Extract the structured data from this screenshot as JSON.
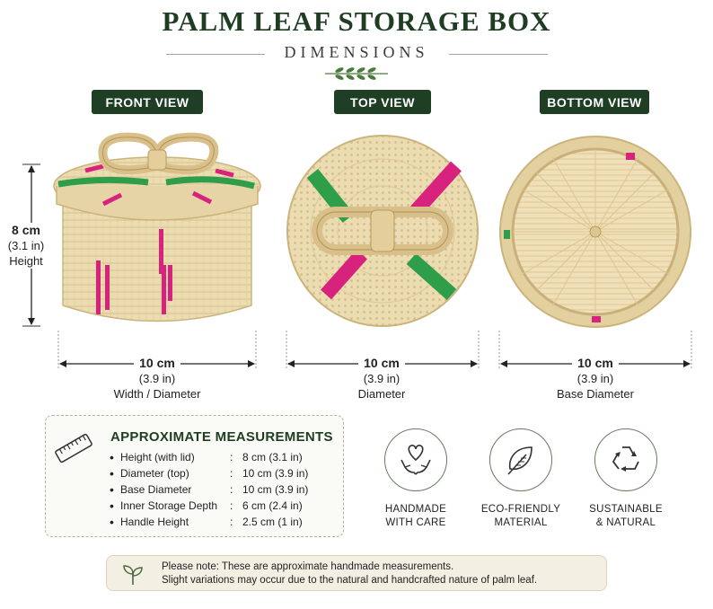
{
  "header": {
    "title": "PALM LEAF STORAGE BOX",
    "subtitle": "DIMENSIONS"
  },
  "views": {
    "front": {
      "label": "FRONT VIEW",
      "height_cm": "8 cm",
      "height_in": "(3.1 in)",
      "height_label": "Height",
      "width_cm": "10 cm",
      "width_in": "(3.9 in)",
      "width_label": "Width / Diameter"
    },
    "top": {
      "label": "TOP VIEW",
      "dim_cm": "10 cm",
      "dim_in": "(3.9 in)",
      "dim_label": "Diameter"
    },
    "bottom": {
      "label": "BOTTOM VIEW",
      "dim_cm": "10 cm",
      "dim_in": "(3.9 in)",
      "dim_label": "Base Diameter"
    }
  },
  "measurements": {
    "title": "APPROXIMATE MEASUREMENTS",
    "rows": [
      {
        "label": "Height (with lid)",
        "value": "8 cm (3.1 in)"
      },
      {
        "label": "Diameter (top)",
        "value": "10 cm (3.9 in)"
      },
      {
        "label": "Base Diameter",
        "value": "10 cm (3.9 in)"
      },
      {
        "label": "Inner Storage Depth",
        "value": "6 cm (2.4 in)"
      },
      {
        "label": "Handle Height",
        "value": "2.5 cm (1 in)"
      }
    ]
  },
  "badges": [
    {
      "line1": "HANDMADE",
      "line2": "WITH CARE",
      "icon": "heart-hands-icon"
    },
    {
      "line1": "ECO-FRIENDLY",
      "line2": "MATERIAL",
      "icon": "leaf-icon"
    },
    {
      "line1": "SUSTAINABLE",
      "line2": "& NATURAL",
      "icon": "recycle-icon"
    }
  ],
  "note": {
    "line1": "Please note: These are approximate handmade measurements.",
    "line2": "Slight variations may occur due to the natural and handcrafted nature of palm leaf."
  },
  "colors": {
    "dark_green": "#1f3f24",
    "straw": "#e8d9b0",
    "pink": "#d8237e",
    "green_stripe": "#2e9e4a"
  }
}
